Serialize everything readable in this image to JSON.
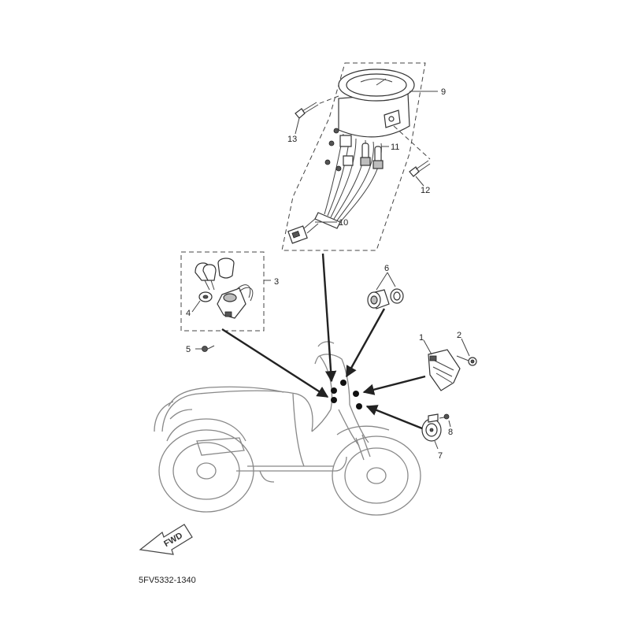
{
  "diagram": {
    "reference_code": "5FV5332-1340",
    "fwd_label": "FWD",
    "callouts": [
      {
        "id": "1",
        "label": "1"
      },
      {
        "id": "2",
        "label": "2"
      },
      {
        "id": "3",
        "label": "3"
      },
      {
        "id": "4",
        "label": "4"
      },
      {
        "id": "5",
        "label": "5"
      },
      {
        "id": "6",
        "label": "6"
      },
      {
        "id": "7",
        "label": "7"
      },
      {
        "id": "8",
        "label": "8"
      },
      {
        "id": "9",
        "label": "9"
      },
      {
        "id": "10",
        "label": "10"
      },
      {
        "id": "11",
        "label": "11"
      },
      {
        "id": "12",
        "label": "12"
      },
      {
        "id": "13",
        "label": "13"
      }
    ]
  }
}
